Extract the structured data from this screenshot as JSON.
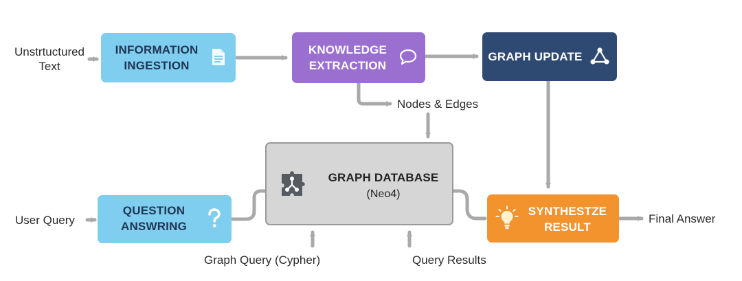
{
  "colors": {
    "light_blue": "#7fcdef",
    "purple": "#9a6fd0",
    "navy": "#2f4a72",
    "orange": "#f2932e",
    "database_gray": "#d6d6d6",
    "connector_gray": "#a9a9a9",
    "dark_text": "#1f3552",
    "white_text": "#ffffff"
  },
  "nodes": {
    "information_ingestion": {
      "line1": "INFORMATION",
      "line2": "INGESTION",
      "icon": "document-icon"
    },
    "knowledge_extraction": {
      "line1": "KNOWLEDGE",
      "line2": "EXTRACTION",
      "icon": "speech-bubble-icon"
    },
    "graph_update": {
      "line1": "GRAPH UPDATE",
      "icon": "graph-nodes-icon"
    },
    "graph_database": {
      "line1": "GRAPH DATABASE",
      "line2": "(Neo4)",
      "icon": "puzzle-network-icon"
    },
    "question_answering": {
      "line1": "QUESTION",
      "line2": "ANSWRING",
      "icon": "question-mark-icon"
    },
    "synthesize_result": {
      "line1": "SYNTHESTZE",
      "line2": "RESULT",
      "icon": "lightbulb-icon"
    }
  },
  "labels": {
    "unstructured_text_1": "Unstrtuctured",
    "unstructured_text_2": "Text",
    "nodes_edges": "Nodes & Edges",
    "user_query": "User Query",
    "final_answer": "Final Answer",
    "graph_query": "Graph Query (Cypher)",
    "query_results": "Query Results"
  }
}
